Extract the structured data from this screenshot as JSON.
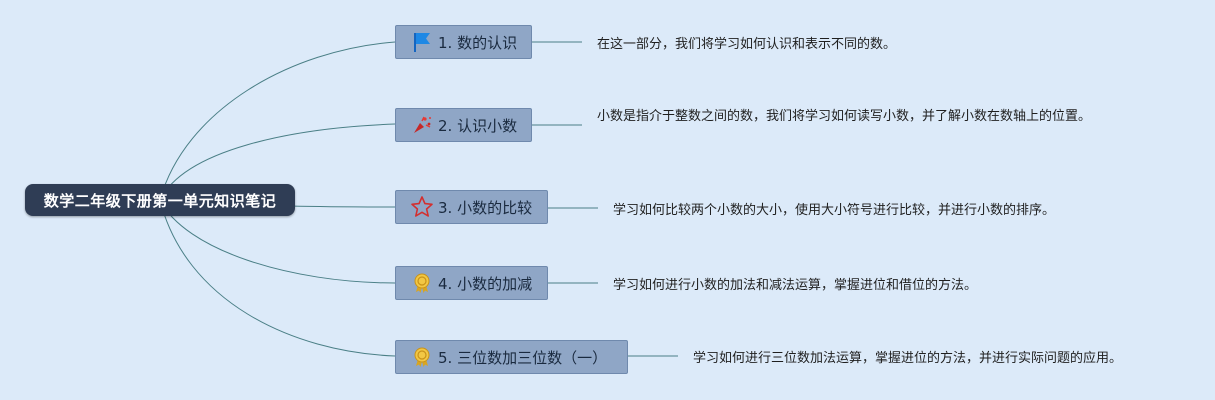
{
  "root": {
    "title": "数学二年级下册第一单元知识笔记"
  },
  "topics": [
    {
      "label": "1. 数的认识",
      "icon": "blue-flag-icon",
      "note": "在这一部分，我们将学习如何认识和表示不同的数。"
    },
    {
      "label": "2. 认识小数",
      "icon": "party-popper-icon",
      "note": "小数是指介于整数之间的数，我们将学习如何读写小数，并了解小数在数轴上的位置。"
    },
    {
      "label": "3. 小数的比较",
      "icon": "red-star-icon",
      "note": "学习如何比较两个小数的大小，使用大小符号进行比较，并进行小数的排序。"
    },
    {
      "label": "4. 小数的加减",
      "icon": "gold-medal-icon",
      "note": "学习如何进行小数的加法和减法运算，掌握进位和借位的方法。"
    },
    {
      "label": "5. 三位数加三位数（一）",
      "icon": "gold-medal-icon",
      "note": "学习如何进行三位数加法运算，掌握进位的方法，并进行实际问题的应用。"
    }
  ],
  "colors": {
    "background": "#dceaf9",
    "root": "#2f3d55",
    "topic": "#8fa6c6",
    "connector": "#4a7f86"
  }
}
